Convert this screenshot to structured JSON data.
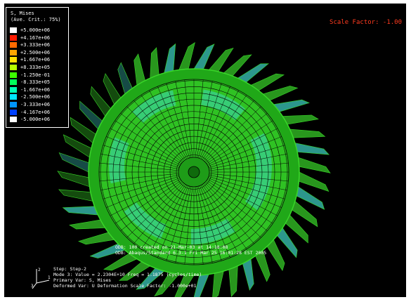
{
  "viewport": {
    "scale_factor": "Scale Factor: -1.00",
    "background": "#000000",
    "mesh_color": "#39d629",
    "accent_color": "#3fd7c8"
  },
  "legend": {
    "title": "S, Mises",
    "subtitle": "(Ave. Crit.: 75%)",
    "entries": [
      {
        "label": "+5.000e+06",
        "color": "#ffffff"
      },
      {
        "label": "+4.167e+06",
        "color": "#ff1a00"
      },
      {
        "label": "+3.333e+06",
        "color": "#ff6a00"
      },
      {
        "label": "+2.500e+06",
        "color": "#ffa500"
      },
      {
        "label": "+1.667e+06",
        "color": "#ffe000"
      },
      {
        "label": "+8.333e+05",
        "color": "#b6ff00"
      },
      {
        "label": "-1.250e-01",
        "color": "#3cff00"
      },
      {
        "label": "-8.333e+05",
        "color": "#00ff5a"
      },
      {
        "label": "-1.667e+06",
        "color": "#00ffb4"
      },
      {
        "label": "-2.500e+06",
        "color": "#00e6ff"
      },
      {
        "label": "-3.333e+06",
        "color": "#0096ff"
      },
      {
        "label": "-4.167e+06",
        "color": "#0040ff"
      },
      {
        "label": "-5.000e+06",
        "color": "#ffffff"
      }
    ]
  },
  "footer": {
    "line1": "ODB: 100 created on 21-Mar-03 at 14:18:08",
    "line2": "ODB: Abaqus/Standard 6.3-1  Fri Mar 25 16:01:28 EST 2005",
    "line3": "Step: Step-2",
    "line4": "Mode 3: Value = 2.2304E+10 Freq = 1.1875 (cycles/time)",
    "line5": "Primary Var: S, Mises",
    "line6": "Deformed Var: U  Deformation Scale Factor: -1.000e+01"
  },
  "triad": {
    "axis_labels": [
      "1",
      "2",
      "3"
    ]
  }
}
